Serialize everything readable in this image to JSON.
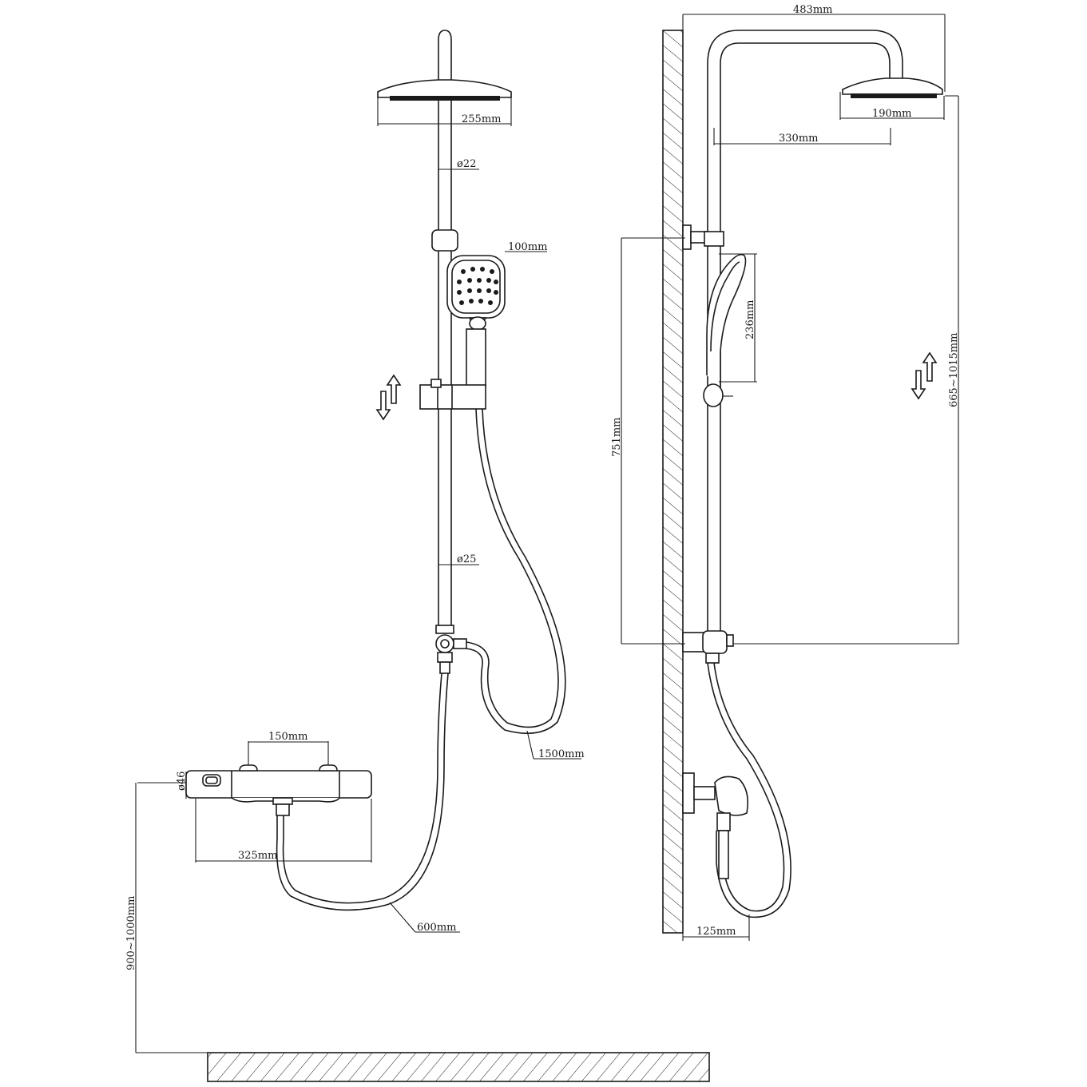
{
  "dimensions": {
    "shower_head_front_width": "255mm",
    "rail_upper_diameter": "ø22",
    "hand_shower_width": "100mm",
    "rail_lower_diameter": "ø25",
    "hose_long": "1500mm",
    "mixer_inlet_spacing": "150mm",
    "mixer_diameter": "ø46",
    "mixer_length": "325mm",
    "hose_short": "600mm",
    "installation_height": "900~1000mm",
    "arm_span": "483mm",
    "shower_head_side_width": "190mm",
    "arm_reach": "330mm",
    "hand_shower_length": "236mm",
    "rail_height": "751mm",
    "adjustable_height": "665~1015mm",
    "mixer_projection": "125mm"
  }
}
